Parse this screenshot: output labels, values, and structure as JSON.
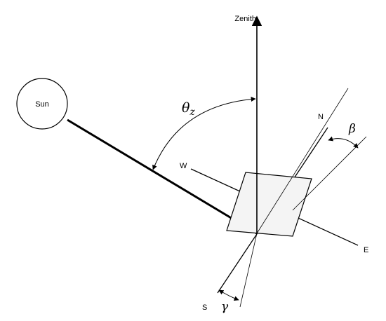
{
  "diagram": {
    "labels": {
      "zenith": "Zenith",
      "sun": "Sun",
      "north": "N",
      "south": "S",
      "east": "E",
      "west": "W"
    },
    "symbols": {
      "zenith_angle": "θ",
      "zenith_angle_sub": "z",
      "tilt_angle": "β",
      "azimuth_angle": "γ"
    }
  }
}
